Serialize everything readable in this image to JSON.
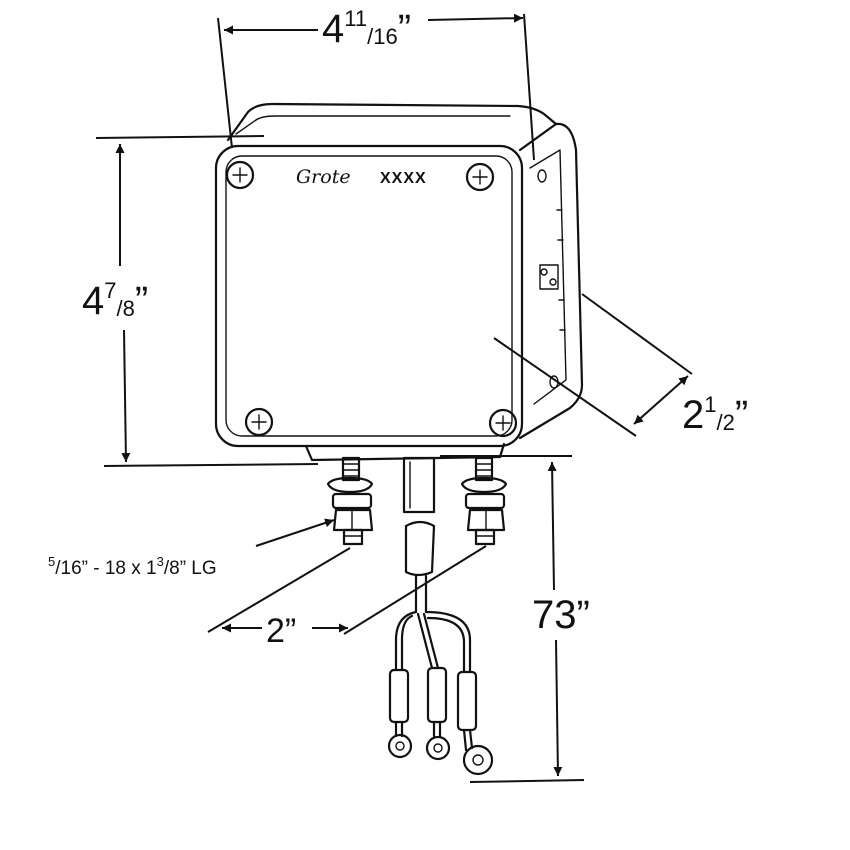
{
  "dimensions": {
    "width": {
      "main": "4",
      "sup": "11",
      "sub": "/16",
      "mark": "”"
    },
    "height": {
      "main": "4",
      "sup": "7",
      "sub": "/8",
      "mark": "”"
    },
    "depth": {
      "main": "2",
      "sup": "1",
      "sub": "/2",
      "mark": "”"
    },
    "lead_length": {
      "text": "73”"
    },
    "stud_spacing": {
      "text": "2”"
    }
  },
  "stud_spec": {
    "sup1": "5",
    "part1": "/16” - 18 x 1",
    "sup2": "3",
    "part2": "/8” LG"
  },
  "housing": {
    "brand": "Grote",
    "model": "XXXX"
  }
}
